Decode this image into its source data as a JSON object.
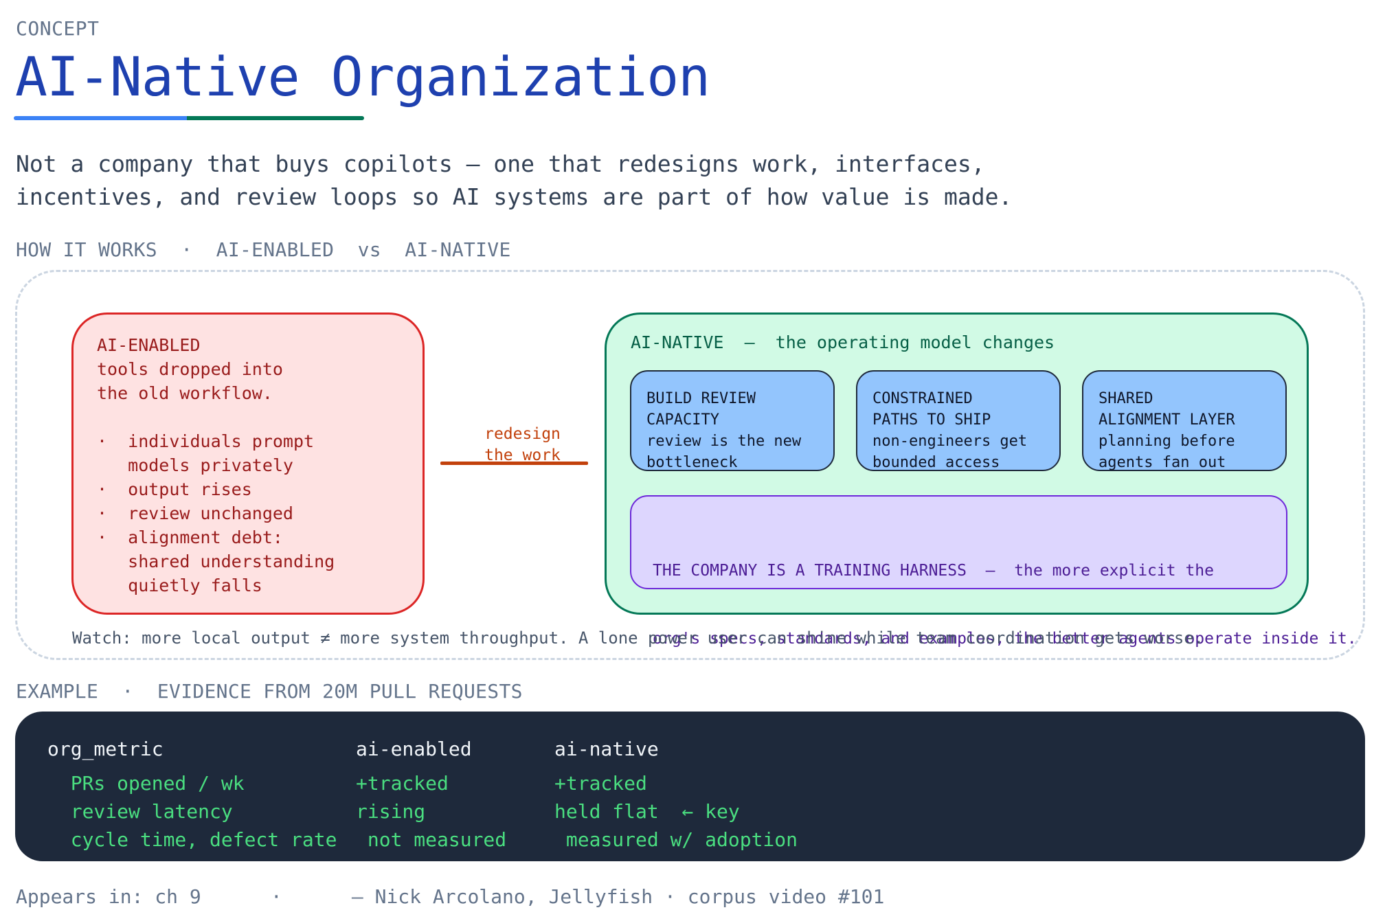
{
  "header": {
    "eyebrow": "CONCEPT",
    "title": "AI-Native Organization",
    "lede_lines": [
      "Not a company that buys copilots — one that redesigns work, interfaces,",
      "incentives, and review loops so AI systems are part of how value is made."
    ]
  },
  "how_it_works": {
    "section_label": "HOW IT WORKS  ·  AI-ENABLED  vs  AI-NATIVE",
    "ai_enabled": {
      "heading": "AI-ENABLED",
      "subtitle_lines": [
        "tools dropped into",
        "the old workflow."
      ],
      "bullet_lines": [
        "·  individuals prompt",
        "   models privately",
        "·  output rises",
        "·  review unchanged",
        "·  alignment debt:",
        "   shared understanding",
        "   quietly falls"
      ]
    },
    "transition": {
      "label_lines": [
        "redesign",
        "the work"
      ]
    },
    "ai_native": {
      "heading": "AI-NATIVE  —  the operating model changes",
      "cards": [
        {
          "lines": [
            "BUILD REVIEW",
            "CAPACITY",
            "review is the new",
            "bottleneck"
          ]
        },
        {
          "lines": [
            "CONSTRAINED",
            "PATHS TO SHIP",
            "non-engineers get",
            "bounded access"
          ]
        },
        {
          "lines": [
            "SHARED",
            "ALIGNMENT LAYER",
            "planning before",
            "agents fan out"
          ]
        }
      ],
      "harness_lines": [
        "THE COMPANY IS A TRAINING HARNESS  —  the more explicit the",
        "org's specs, standards, and examples, the better agents operate inside it."
      ]
    },
    "watch_note": "Watch: more local output ≠ more system throughput. A lone power user can shine while team coordination gets worse."
  },
  "example": {
    "section_label": "EXAMPLE  ·  EVIDENCE FROM 20M PULL REQUESTS",
    "headers": [
      "org_metric",
      "ai-enabled",
      "ai-native"
    ],
    "rows": [
      [
        "  PRs opened / wk",
        "+tracked",
        "+tracked"
      ],
      [
        "  review latency",
        "rising",
        "held flat  ← key"
      ],
      [
        "  cycle time, defect rate",
        " not measured",
        " measured w/ adoption"
      ]
    ]
  },
  "footer": {
    "text": "Appears in: ch 9      ·      — Nick Arcolano, Jellyfish · corpus video #101"
  },
  "colors": {
    "title": "#1e40af",
    "enabled_fill": "#fee2e2",
    "enabled_border": "#dc2626",
    "native_fill": "#d1fae5",
    "native_border": "#047857",
    "card_fill": "#93c5fd",
    "harness_fill": "#ddd6fe",
    "code_bg": "#1e293b",
    "code_text": "#4ade80",
    "arrow": "#c2410c"
  }
}
